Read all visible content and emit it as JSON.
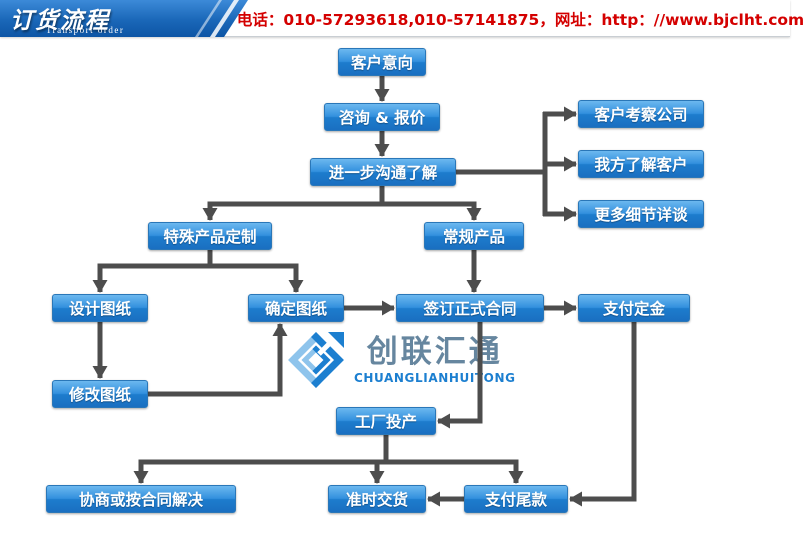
{
  "header": {
    "title": "订货流程",
    "subtitle": "Transport order",
    "contact": "电话：010-57293618,010-57141875，网址：http：//www.bjclht.com"
  },
  "logo": {
    "cn": "创联汇通",
    "en": "CHUANGLIANHUITONG"
  },
  "icons": {
    "logo_mark": "diamond-arrow-logo"
  },
  "colors": {
    "ribbon_blue": "#1a67b8",
    "node_blue_top": "#6cb8ef",
    "node_blue_bottom": "#1a6fc1",
    "contact_red": "#d40000",
    "arrow_gray": "#4d4d4d",
    "brand_blue": "#1c7fd0"
  },
  "nodes": {
    "customer_intent": "客户意向",
    "consult_quote": "咨询 & 报价",
    "further_communication": "进一步沟通了解",
    "customer_visit_company": "客户考察公司",
    "we_know_customer": "我方了解客户",
    "more_details_talk": "更多细节详谈",
    "special_product_custom": "特殊产品定制",
    "regular_product": "常规产品",
    "design_drawing": "设计图纸",
    "confirm_drawing": "确定图纸",
    "sign_formal_contract": "签订正式合同",
    "pay_deposit": "支付定金",
    "modify_drawing": "修改图纸",
    "factory_production": "工厂投产",
    "negotiate_or_contract_resolve": "协商或按合同解决",
    "ontime_delivery": "准时交货",
    "pay_balance": "支付尾款"
  }
}
